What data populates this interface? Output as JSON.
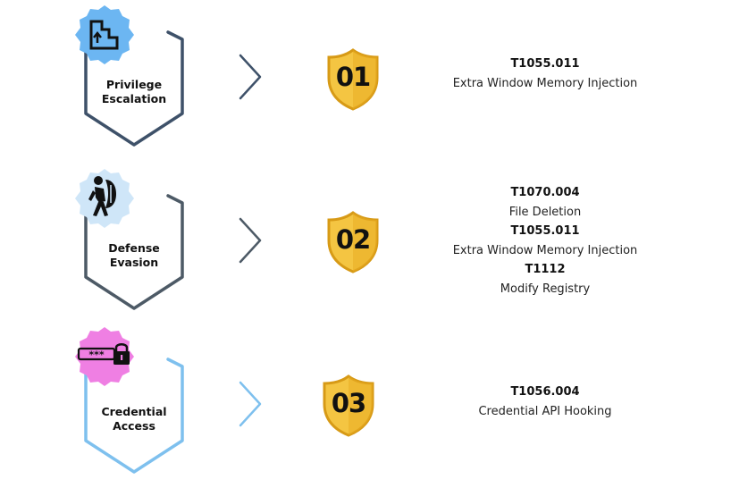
{
  "tactics": [
    {
      "label_line1": "Privilege",
      "label_line2": "Escalation",
      "icon": "stairs-up-arrow-icon",
      "step": "01",
      "techniques": [
        {
          "id": "T1055.011",
          "name": "Extra Window Memory Injection"
        }
      ]
    },
    {
      "label_line1": "Defense",
      "label_line2": "Evasion",
      "icon": "person-with-shield-icon",
      "step": "02",
      "techniques": [
        {
          "id": "T1070.004",
          "name": "File Deletion"
        },
        {
          "id": "T1055.011",
          "name": "Extra Window Memory Injection"
        },
        {
          "id": "T1112",
          "name": "Modify Registry"
        }
      ]
    },
    {
      "label_line1": "Credential",
      "label_line2": "Access",
      "icon": "password-lock-icon",
      "step": "03",
      "techniques": [
        {
          "id": "T1056.004",
          "name": "Credential API Hooking"
        }
      ]
    }
  ],
  "colors": {
    "privilege_outline": "#3e5169",
    "privilege_badge": "#6cb6f2",
    "defense_outline": "#4d5a66",
    "defense_badge": "#cfe6f8",
    "credential_outline": "#7ec0ee",
    "credential_badge": "#ef7fe3",
    "shield_gold": "#f4c542",
    "shield_border": "#d79a16"
  }
}
